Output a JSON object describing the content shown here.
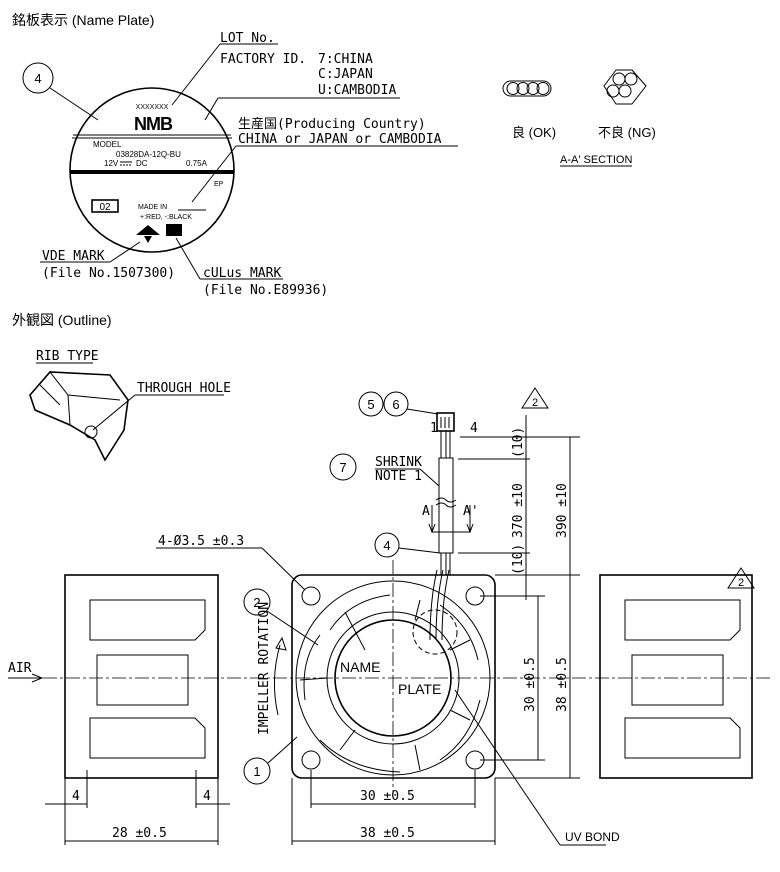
{
  "nameplate": {
    "title": "銘板表示 (Name Plate)",
    "balloon": "4",
    "lot_label": "LOT No.",
    "factory_label": "FACTORY ID.",
    "factory_ids": [
      "7:CHINA",
      "C:JAPAN",
      "U:CAMBODIA"
    ],
    "country_label": "生産国(Producing Country)",
    "country_values": "CHINA or JAPAN or CAMBODIA",
    "lot_code": "XXXXXXX",
    "brand": "NMB",
    "model_label": "MODEL",
    "model": "03828DA-12Q-BU",
    "voltage": "12V",
    "dc": "DC",
    "current": "0.75A",
    "ep": "EP",
    "box_code": "02",
    "made_in": "MADE IN",
    "polarity": "+:RED, -:BLACK",
    "vde_mark": "VDE MARK",
    "vde_file": "(File No.1507300)",
    "ul_mark": "cULus MARK",
    "ul_file": "(File No.E89936)"
  },
  "section": {
    "ok": "良 (OK)",
    "ng": "不良 (NG)",
    "title": "A-A' SECTION"
  },
  "outline": {
    "title": "外観図 (Outline)",
    "rib_type": "RIB TYPE",
    "through_hole": "THROUGH HOLE",
    "air": "AIR",
    "rotation": "IMPELLER ROTATION",
    "name_plate_1": "NAME",
    "name_plate_2": "PLATE",
    "uv_bond": "UV BOND",
    "hole_dim": "4-Ø3.5 ±0.3",
    "shrink": "SHRINK",
    "note": "NOTE 1",
    "pin1": "1",
    "pin4": "4",
    "section_a": "A",
    "section_a2": "A'",
    "balloons": [
      "1",
      "2",
      "4",
      "5",
      "6",
      "7"
    ],
    "revision_mark": "2",
    "dims": {
      "w30": "30 ±0.5",
      "w38": "38 ±0.5",
      "d28": "28 ±0.5",
      "rib4": "4",
      "h30": "30 ±0.5",
      "h38": "38 ±0.5",
      "l390": "390 ±10",
      "l370": "370 ±10",
      "l10": "(10)"
    }
  }
}
